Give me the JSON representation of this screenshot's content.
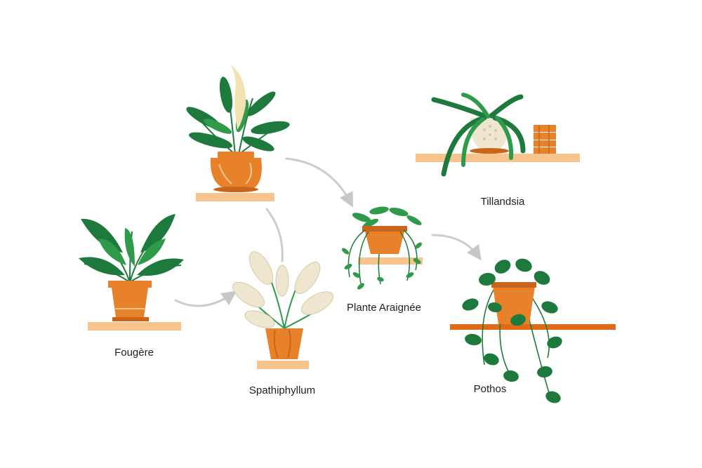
{
  "plants": {
    "fougere": "Fougère",
    "spathiphyllum": "Spathiphyllum",
    "plante_araignee": "Plante Araignée",
    "tillandsia": "Tillandsia",
    "pothos": "Pothos"
  },
  "colors": {
    "leaf_dark": "#1e7a3c",
    "leaf_mid": "#2e9a4a",
    "leaf_light": "#5cb85c",
    "pot_orange": "#e8822a",
    "pot_orange_dark": "#c9651a",
    "pot_cream": "#efe6d0",
    "shelf_peach": "#f6c48c",
    "shelf_orange": "#e06a18",
    "spathe_cream": "#f1e3b0",
    "arrow_gray": "#c7c7c7",
    "text": "#1f1f1f"
  }
}
